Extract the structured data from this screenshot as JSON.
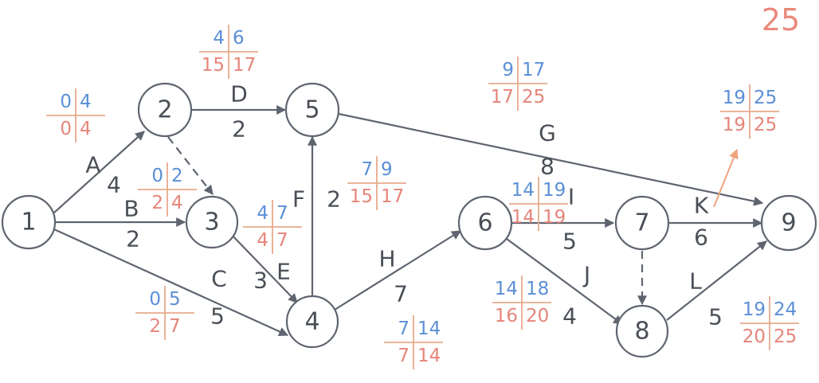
{
  "page_number": "25",
  "nodes": [
    {
      "id": "1"
    },
    {
      "id": "2"
    },
    {
      "id": "3"
    },
    {
      "id": "4"
    },
    {
      "id": "5"
    },
    {
      "id": "6"
    },
    {
      "id": "7"
    },
    {
      "id": "8"
    },
    {
      "id": "9"
    }
  ],
  "activities": [
    {
      "letter": "A",
      "duration": "4",
      "from": "1",
      "to": "2"
    },
    {
      "letter": "B",
      "duration": "2",
      "from": "1",
      "to": "3"
    },
    {
      "letter": "C",
      "duration": "5",
      "from": "1",
      "to": "4"
    },
    {
      "letter": "D",
      "duration": "2",
      "from": "2",
      "to": "5"
    },
    {
      "letter": "E",
      "duration": "3",
      "from": "3",
      "to": "4"
    },
    {
      "letter": "F",
      "duration": "2",
      "from": "4",
      "to": "5"
    },
    {
      "letter": "G",
      "duration": "8",
      "from": "5",
      "to": "9"
    },
    {
      "letter": "H",
      "duration": "7",
      "from": "4",
      "to": "6"
    },
    {
      "letter": "I",
      "duration": "5",
      "from": "6",
      "to": "7"
    },
    {
      "letter": "J",
      "duration": "4",
      "from": "6",
      "to": "8"
    },
    {
      "letter": "K",
      "duration": "6",
      "from": "7",
      "to": "9"
    },
    {
      "letter": "L",
      "duration": "5",
      "from": "8",
      "to": "9"
    }
  ],
  "dummies": [
    {
      "from": "2",
      "to": "3"
    },
    {
      "from": "7",
      "to": "8"
    }
  ],
  "boxes": {
    "A": {
      "es": "0",
      "ef": "4",
      "ls": "0",
      "lf": "4"
    },
    "B": {
      "es": "0",
      "ef": "2",
      "ls": "2",
      "lf": "4"
    },
    "C": {
      "es": "0",
      "ef": "5",
      "ls": "2",
      "lf": "7"
    },
    "D": {
      "es": "4",
      "ef": "6",
      "ls": "15",
      "lf": "17"
    },
    "E": {
      "es": "4",
      "ef": "7",
      "ls": "4",
      "lf": "7"
    },
    "F": {
      "es": "7",
      "ef": "9",
      "ls": "15",
      "lf": "17"
    },
    "G": {
      "es": "9",
      "ef": "17",
      "ls": "17",
      "lf": "25"
    },
    "H": {
      "es": "7",
      "ef": "14",
      "ls": "7",
      "lf": "14"
    },
    "I": {
      "es": "14",
      "ef": "19",
      "ls": "14",
      "lf": "19"
    },
    "J": {
      "es": "14",
      "ef": "18",
      "ls": "16",
      "lf": "20"
    },
    "K": {
      "es": "19",
      "ef": "25",
      "ls": "19",
      "lf": "25"
    },
    "L": {
      "es": "19",
      "ef": "24",
      "ls": "20",
      "lf": "25"
    }
  },
  "colors": {
    "earliest": "#5b8fd6",
    "latest": "#e6857a",
    "lines": "#5f6570",
    "accent": "#ea8a7c"
  }
}
